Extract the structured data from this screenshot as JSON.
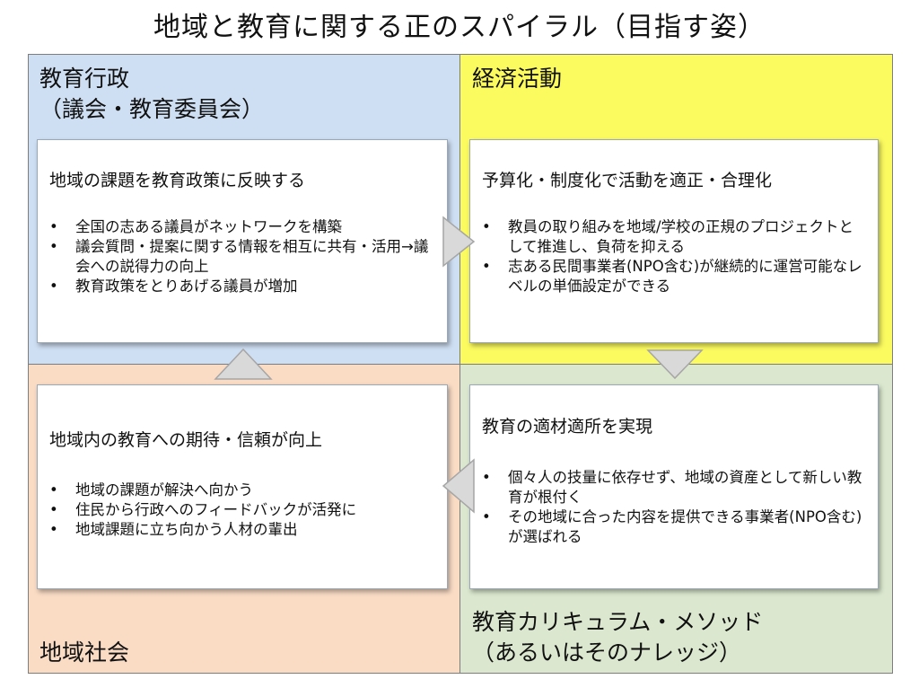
{
  "title": "地域と教育に関する正のスパイラル（目指す姿）",
  "colors": {
    "top_left": "#cfdff3",
    "top_right": "#fbfa5f",
    "bottom_left": "#fadcc5",
    "bottom_right": "#dbe8cf",
    "arrow_fill": "#d9d9d9",
    "arrow_stroke": "#a6a6a6"
  },
  "quadrants": {
    "top_left": {
      "label_line1": "教育行政",
      "label_line2": "（議会・教育委員会）",
      "box_heading": "地域の課題を教育政策に反映する",
      "bullets": [
        "全国の志ある議員がネットワークを構築",
        "議会質問・提案に関する情報を相互に共有・活用→議会への説得力の向上",
        "教育政策をとりあげる議員が増加"
      ]
    },
    "top_right": {
      "label_line1": "経済活動",
      "box_heading": "予算化・制度化で活動を適正・合理化",
      "bullets": [
        "教員の取り組みを地域/学校の正規のプロジェクトとして推進し、負荷を抑える",
        "志ある民間事業者(NPO含む)が継続的に運営可能なレベルの単価設定ができる"
      ]
    },
    "bottom_right": {
      "label_line1": "教育カリキュラム・メソッド",
      "label_line2": "（あるいはそのナレッジ）",
      "box_heading": "教育の適材適所を実現",
      "bullets": [
        "個々人の技量に依存せず、地域の資産として新しい教育が根付く",
        "その地域に合った内容を提供できる事業者(NPO含む)が選ばれる"
      ]
    },
    "bottom_left": {
      "label_line1": "地域社会",
      "box_heading": "地域内の教育への期待・信頼が向上",
      "bullets": [
        "地域の課題が解決へ向かう",
        "住民から行政へのフィードバックが活発に",
        "地域課題に立ち向かう人材の輩出"
      ]
    }
  }
}
